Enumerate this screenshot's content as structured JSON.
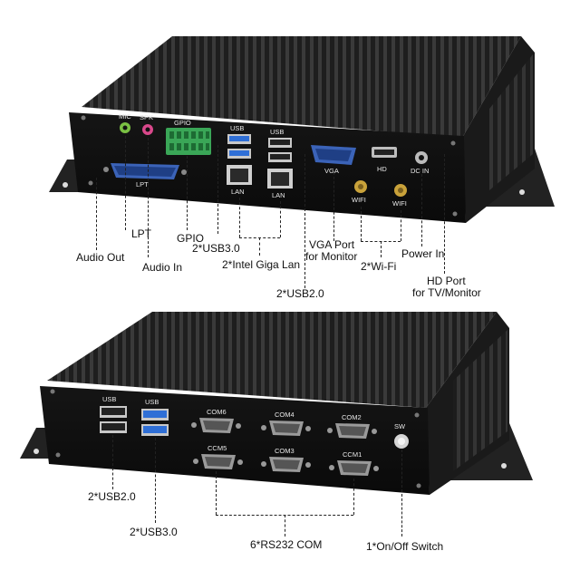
{
  "top_unit": {
    "panel_labels": {
      "mic": "MIC",
      "spk": "SPK",
      "gpio": "GPIO",
      "usb_left": "USB",
      "usb_right": "USB",
      "lpt": "LPT",
      "lan_left": "LAN",
      "lan_right": "LAN",
      "vga": "VGA",
      "hd": "HD",
      "dc_in": "DC IN",
      "wifi_left": "WIFI",
      "wifi_right": "WIFI"
    },
    "callouts": {
      "audio_out": "Audio Out",
      "lpt": "LPT",
      "audio_in": "Audio In",
      "gpio": "GPIO",
      "usb3": "2*USB3.0",
      "lan": "2*Intel Giga Lan",
      "usb2": "2*USB2.0",
      "vga_line1": "VGA Port",
      "vga_line2": "for Monitor",
      "wifi": "2*Wi-Fi",
      "power_in": "Power In",
      "hd_line1": "HD Port",
      "hd_line2": "for TV/Monitor"
    }
  },
  "bottom_unit": {
    "panel_labels": {
      "usb_left": "USB",
      "usb_right": "USB",
      "com6": "COM6",
      "com4": "COM4",
      "com2": "COM2",
      "com5": "CCM5",
      "com3": "COM3",
      "com1": "CCM1",
      "sw": "SW"
    },
    "callouts": {
      "usb2": "2*USB2.0",
      "usb3": "2*USB3.0",
      "rs232": "6*RS232 COM",
      "switch": "1*On/Off Switch"
    }
  },
  "colors": {
    "chassis": "#1b1b1b",
    "fins": "#2a2a2a",
    "panel": "#0f0f0f",
    "usb3_blue": "#2f6fd6",
    "gpio_green": "#3aa657",
    "mic_jack": "#7ac043",
    "spk_jack": "#d9488b",
    "vga_blue": "#3b63b8",
    "antenna_gold": "#c9a23a"
  }
}
